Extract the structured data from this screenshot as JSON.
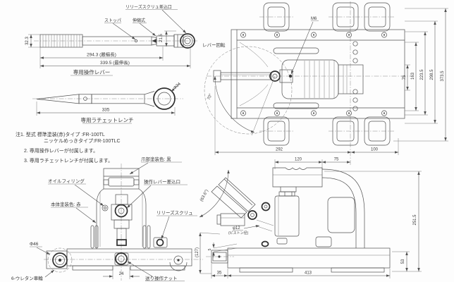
{
  "lever": {
    "title": "専用操作レバー",
    "label_release_port": "リリーズスクリュ差込口",
    "label_stopper": "ストッパ",
    "label_telescopic": "伸縮式",
    "dim_width": "32.3",
    "dim_neck": "21.5",
    "dim_min": "294.3 (最縮長)",
    "dim_max": "339.5 (最伸長)"
  },
  "wrench": {
    "title": "専用ラチェットレンチ",
    "dim_diameter": "Φ24",
    "dim_length": "335"
  },
  "notes": {
    "line1a": "注1. 型式 標準塗装(赤)タイプ :FR-100TL",
    "line1b": "ニッケルめっきタイプ:FR-100TLC",
    "line2": "2. 専用操作レバーが付属します。",
    "line3": "3. 専用ラチェットレンチが付属します。"
  },
  "top_view": {
    "label_lever_rotation": "レバー回転",
    "label_thread": "M6",
    "angle": "70°",
    "dim_75": "75",
    "dim_163": "163",
    "dim_223": "223.5",
    "dim_298": "298.5",
    "dim_373": "373.5",
    "dim_292": "292",
    "dim_100": "100"
  },
  "front_view": {
    "label_claw_color": "爪部塗装色: 黒",
    "label_oil": "オイルフィリング",
    "label_socket": "操作レバー差込口",
    "label_body_color": "本体塗装色: 赤",
    "label_release_screw": "リリーズスクリュ",
    "label_feed_nut": "送り操作ナット",
    "label_wheels": "6-ウレタン車輪",
    "dim_wheel": "Φ46",
    "dim_24": "24"
  },
  "side_view": {
    "dim_120": "120",
    "dim_75": "75",
    "dim_251": "251.5",
    "dim_53": "53",
    "dim_413": "413",
    "dim_35": "35",
    "dim_127": "(127)",
    "dim_5": "5",
    "angle": "(63.6°)",
    "label_piston": "φ12",
    "label_piston_note": "(ピストン径)"
  }
}
